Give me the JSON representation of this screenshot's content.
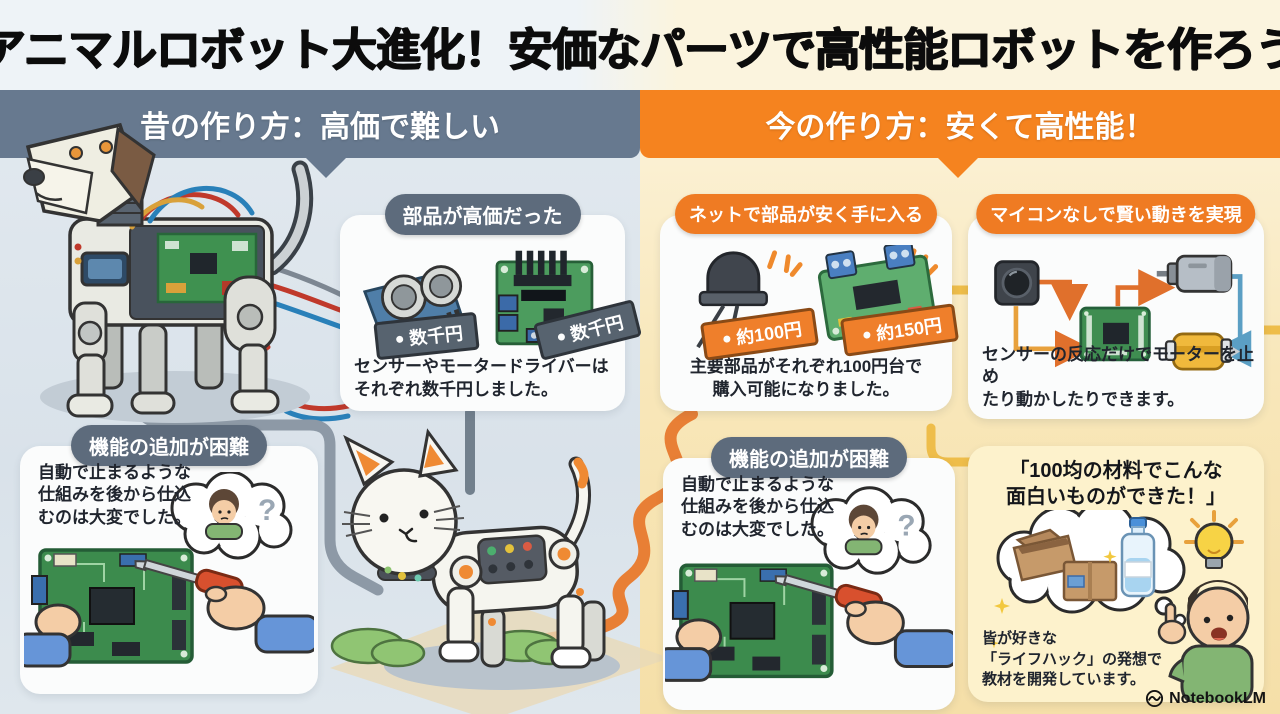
{
  "title": "アニマルロボット大進化！安価なパーツで高性能ロボットを作ろう",
  "watermark": "NotebookLM",
  "question_mark": "?",
  "left": {
    "header": "昔の作り方：高価で難しい",
    "expensive_parts": {
      "badge": "部品が高価だった",
      "tag_sensor": "数千円",
      "tag_driver": "数千円",
      "caption": "センサーやモータードライバーは\nそれぞれ数千円しました。"
    },
    "hard_to_add": {
      "badge": "機能の追加が困難",
      "caption": "自動で止まるような\n仕組みを後から仕込\nむのは大変でした。"
    }
  },
  "right": {
    "header": "今の作り方：安くて高性能！",
    "cheap_parts": {
      "badge": "ネットで部品が安く手に入る",
      "tag_sensor": "約100円",
      "tag_driver": "約150円",
      "caption": "主要部品がそれぞれ100円台で\n購入可能になりました。"
    },
    "no_mcu": {
      "badge": "マイコンなしで賢い動きを実現",
      "caption": "センサーの反応だけでモーターを止め\nたり動かしたりできます。"
    },
    "hard_to_add": {
      "badge": "機能の追加が困難",
      "caption": "自動で止まるような\n仕組みを後から仕込\nむのは大変でした。"
    },
    "lifehack": {
      "quote": "「100均の材料でこんな\n面白いものができた！」",
      "caption": "皆が好きな\n「ライフハック」の発想で\n教材を開発しています。"
    }
  },
  "colors": {
    "old_accent": "#67798f",
    "new_accent": "#f5831f",
    "badge_slate": "#5d6b7c",
    "badge_orange": "#ef7b23",
    "panel_left": "#dde5ec",
    "panel_right": "#f8e7ba"
  }
}
